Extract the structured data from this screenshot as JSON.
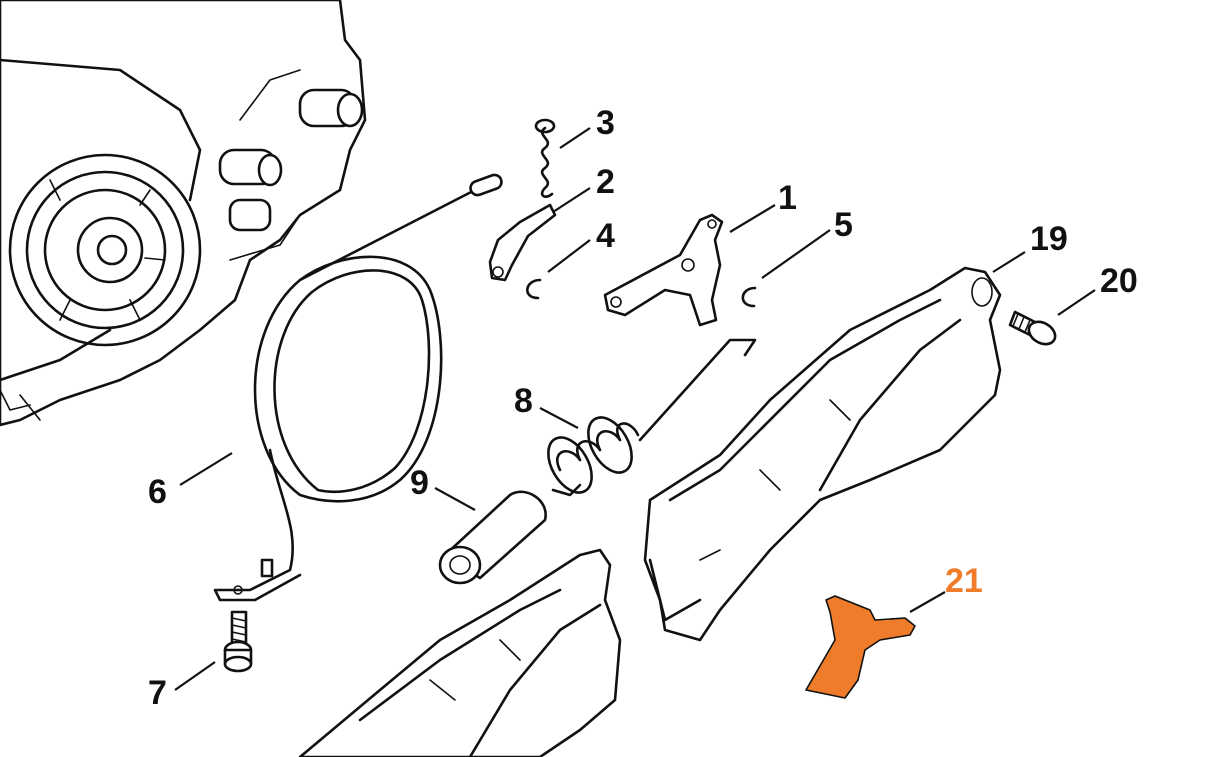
{
  "callouts": [
    {
      "id": "p1",
      "label": "1"
    },
    {
      "id": "p2",
      "label": "2"
    },
    {
      "id": "p3",
      "label": "3"
    },
    {
      "id": "p4",
      "label": "4"
    },
    {
      "id": "p5",
      "label": "5"
    },
    {
      "id": "p6",
      "label": "6"
    },
    {
      "id": "p7",
      "label": "7"
    },
    {
      "id": "p8",
      "label": "8"
    },
    {
      "id": "p9",
      "label": "9"
    },
    {
      "id": "p19",
      "label": "19"
    },
    {
      "id": "p20",
      "label": "20"
    },
    {
      "id": "p21",
      "label": "21"
    }
  ],
  "colors": {
    "line": "#111111",
    "highlight": "#ee7c2b",
    "background": "#ffffff"
  },
  "highlighted_part": "21"
}
